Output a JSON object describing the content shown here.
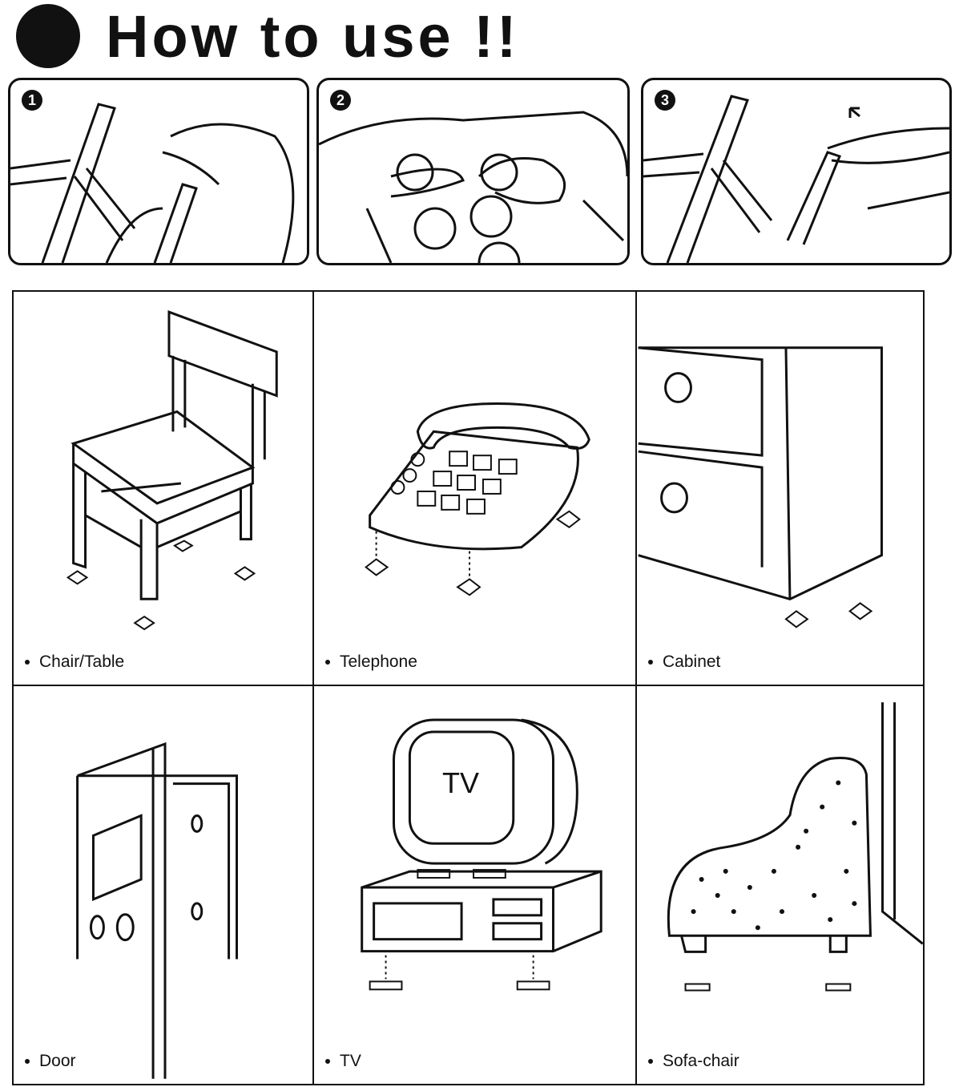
{
  "title": "How to use !!",
  "steps": [
    {
      "number": "1"
    },
    {
      "number": "2"
    },
    {
      "number": "3"
    }
  ],
  "items": [
    {
      "label": "Chair/Table"
    },
    {
      "label": "Telephone"
    },
    {
      "label": "Cabinet"
    },
    {
      "label": "Door"
    },
    {
      "label": "TV"
    },
    {
      "label": "Sofa-chair"
    }
  ],
  "tv_screen_text": "TV"
}
